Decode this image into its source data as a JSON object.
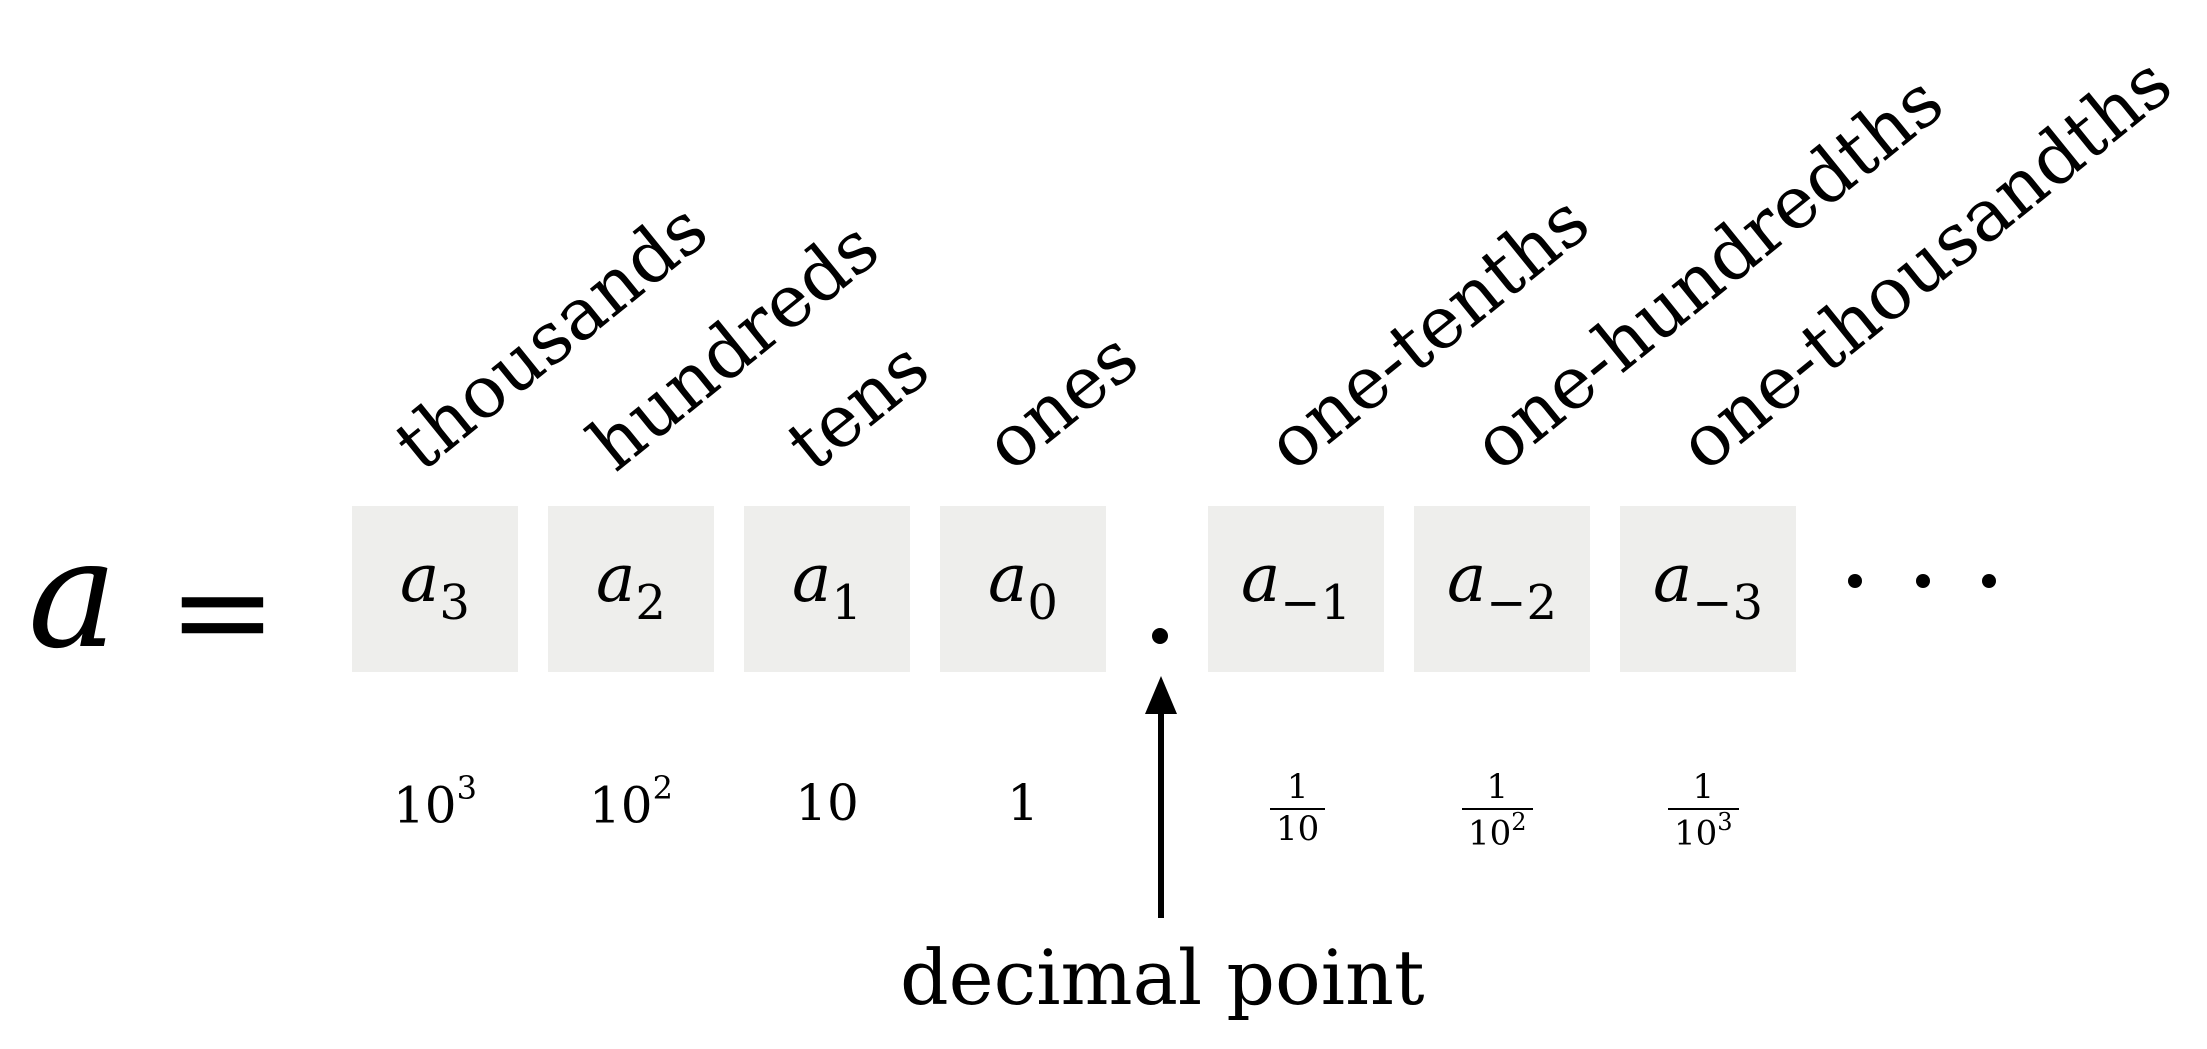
{
  "equation": {
    "lhs": "a",
    "equals": "="
  },
  "digits": [
    {
      "base": "a",
      "sub": "3",
      "place": "thousands",
      "weight_base": "10",
      "weight_exp": "3"
    },
    {
      "base": "a",
      "sub": "2",
      "place": "hundreds",
      "weight_base": "10",
      "weight_exp": "2"
    },
    {
      "base": "a",
      "sub": "1",
      "place": "tens",
      "weight_base": "10",
      "weight_exp": ""
    },
    {
      "base": "a",
      "sub": "0",
      "place": "ones",
      "weight_base": "1",
      "weight_exp": ""
    },
    {
      "base": "a",
      "sub": "−1",
      "place": "one-tenths",
      "frac_num": "1",
      "frac_den_base": "10",
      "frac_den_exp": ""
    },
    {
      "base": "a",
      "sub": "−2",
      "place": "one-hundredths",
      "frac_num": "1",
      "frac_den_base": "10",
      "frac_den_exp": "2"
    },
    {
      "base": "a",
      "sub": "−3",
      "place": "one-thousandths",
      "frac_num": "1",
      "frac_den_base": "10",
      "frac_den_exp": "3"
    }
  ],
  "ellipsis": "· · ·",
  "decimal_point_label": "decimal point",
  "colors": {
    "box_fill": "#eeeeec",
    "ink": "#000000"
  }
}
